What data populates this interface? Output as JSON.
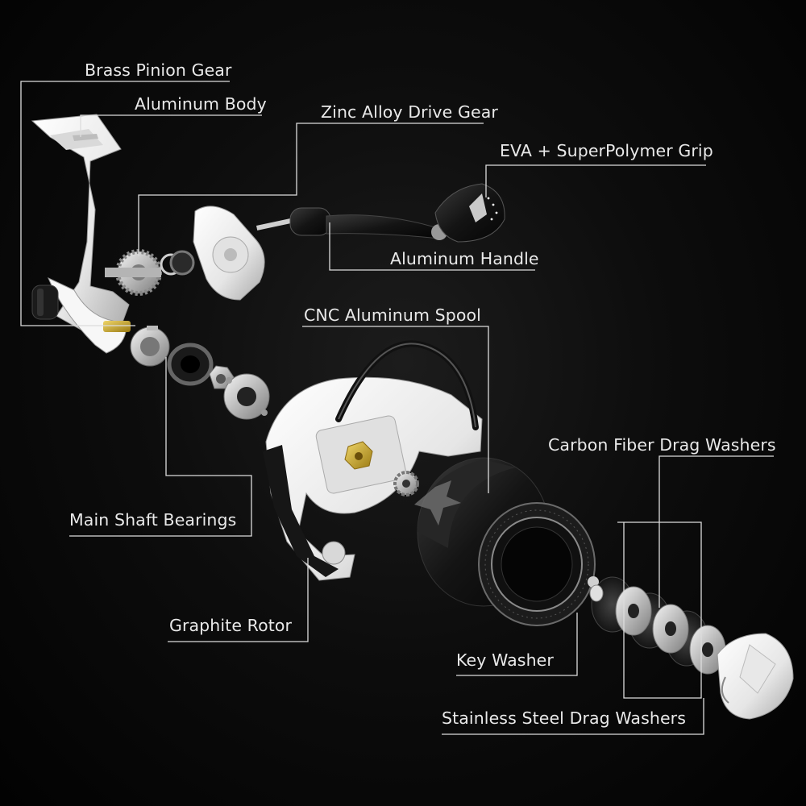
{
  "labels": {
    "brass_pinion_gear": "Brass Pinion Gear",
    "aluminum_body": "Aluminum Body",
    "zinc_alloy_drive_gear": "Zinc Alloy Drive Gear",
    "eva_superpolymer_grip": "EVA + SuperPolymer Grip",
    "aluminum_handle": "Aluminum Handle",
    "cnc_aluminum_spool": "CNC Aluminum Spool",
    "carbon_fiber_drag_washers": "Carbon Fiber Drag Washers",
    "main_shaft_bearings": "Main Shaft Bearings",
    "graphite_rotor": "Graphite Rotor",
    "key_washer": "Key Washer",
    "stainless_steel_drag_washers": "Stainless Steel Drag Washers"
  },
  "colors": {
    "background": "#000000",
    "callout_line": "#dcdcdc",
    "label_text": "#e9e9e9",
    "body_white": "#f2f2f2",
    "spool_black": "#151515",
    "brass": "#c9a227"
  }
}
